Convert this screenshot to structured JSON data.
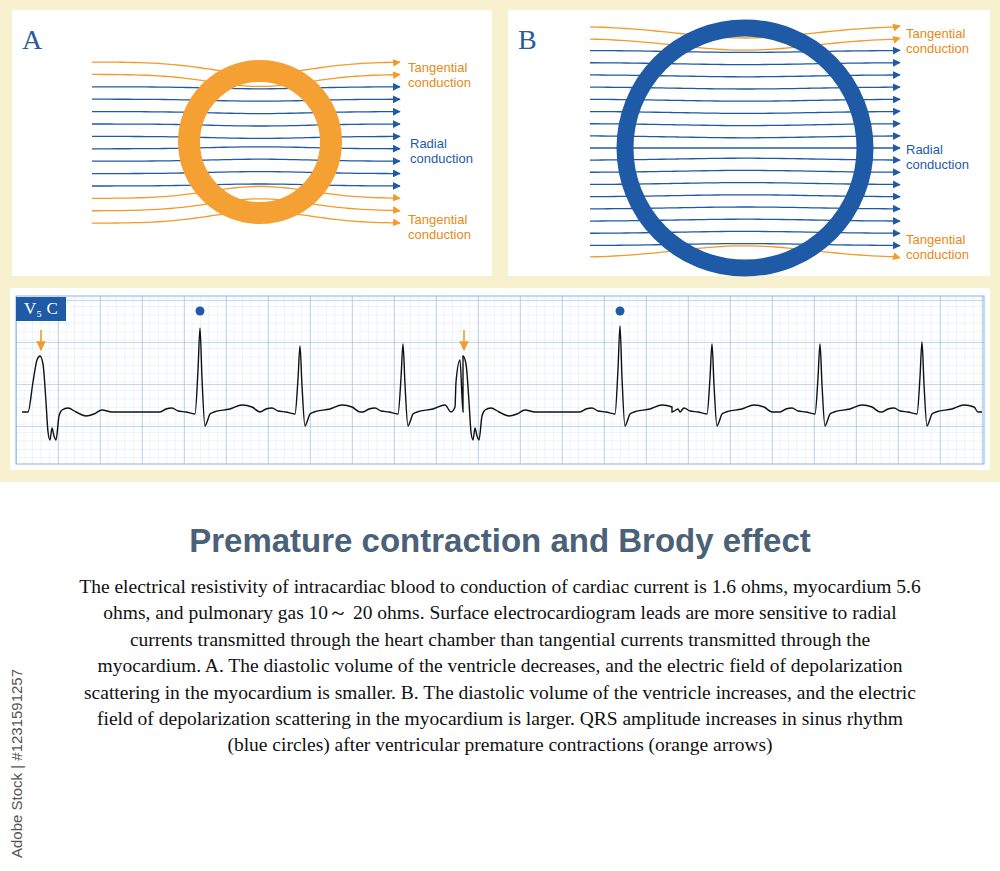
{
  "diagram": {
    "title": "Premature contraction and Brody effect",
    "caption": "The electrical resistivity of intracardiac blood to conduction of cardiac current is 1.6 ohms, myocardium 5.6 ohms, and pulmonary gas 10～ 20 ohms. Surface electrocardiogram leads are more sensitive to radial currents transmitted through the heart chamber than tangential currents transmitted through the myocardium. A. The diastolic volume of the ventricle decreases, and the electric field of depolarization scattering in the myocardium is smaller. B. The diastolic volume of the ventricle increases, and the electric field of depolarization scattering in the myocardium is larger. QRS amplitude increases in sinus rhythm  (blue circles) after ventricular premature contractions (orange arrows)",
    "nodes": [
      {
        "text": [
          "A"
        ]
      },
      {
        "text": [
          "B"
        ]
      },
      {
        "text": [
          "V₅ C"
        ]
      }
    ],
    "labels": [
      "Tangential conduction",
      "Radial conduction",
      "Tangential conduction",
      "Tangential conduction",
      "Radial conduction",
      "Tangential conduction",
      "Adobe Stock | #1231591257"
    ]
  }
}
